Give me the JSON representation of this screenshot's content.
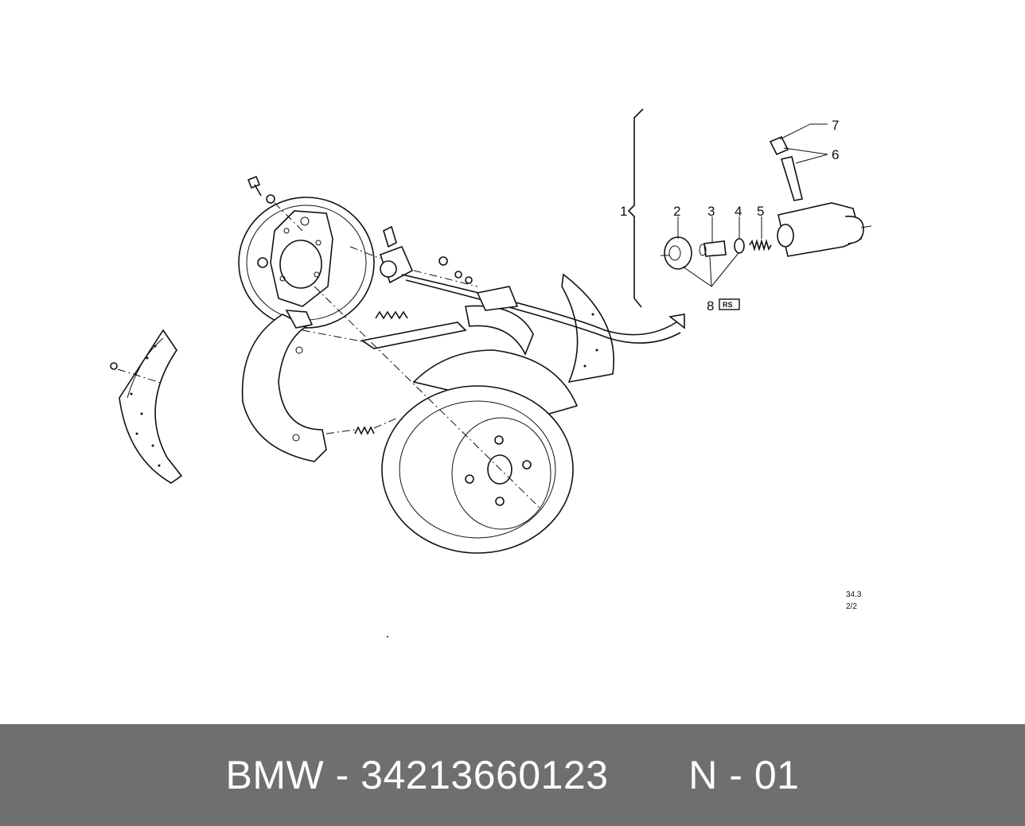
{
  "diagram": {
    "callouts": {
      "c1": "1",
      "c2": "2",
      "c3": "3",
      "c4": "4",
      "c5": "5",
      "c6": "6",
      "c7": "7",
      "c8": "8",
      "rs_badge": "RS"
    },
    "reference": {
      "line1": "34.3",
      "line2": "2/2"
    }
  },
  "footer": {
    "brand": "BMW",
    "separator": " - ",
    "part_number": "34213660123",
    "position": "N - 01"
  }
}
